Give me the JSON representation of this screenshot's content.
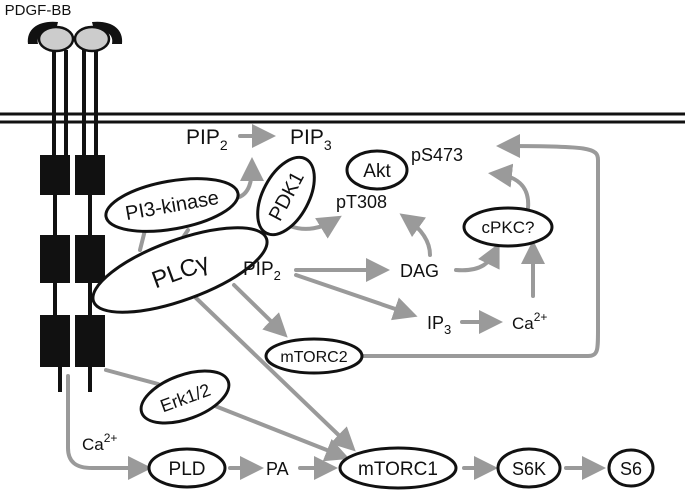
{
  "colors": {
    "arrow": "#9a9a9a",
    "ink": "#111111",
    "ligand": "#cccccc",
    "background": "#ffffff"
  },
  "ligand": {
    "label": "PDGF-BB"
  },
  "nodes": {
    "pi3k": "PI3-kinase",
    "pdk1": "PDK1",
    "plcg": "PLCγ",
    "akt": "Akt",
    "cpkc": "cPKC?",
    "mtorc2": "mTORC2",
    "erk": "Erk1/2",
    "pld": "PLD",
    "mtorc1": "mTORC1",
    "s6k": "S6K",
    "s6": "S6"
  },
  "labels": {
    "pip_base": "PIP",
    "pip2_sub": "2",
    "pip3_sub": "3",
    "ps473": "pS473",
    "pt308": "pT308",
    "dag": "DAG",
    "ip_base": "IP",
    "ip3_sub": "3",
    "ca_base": "Ca",
    "ca_sup": "2+",
    "pa": "PA"
  }
}
